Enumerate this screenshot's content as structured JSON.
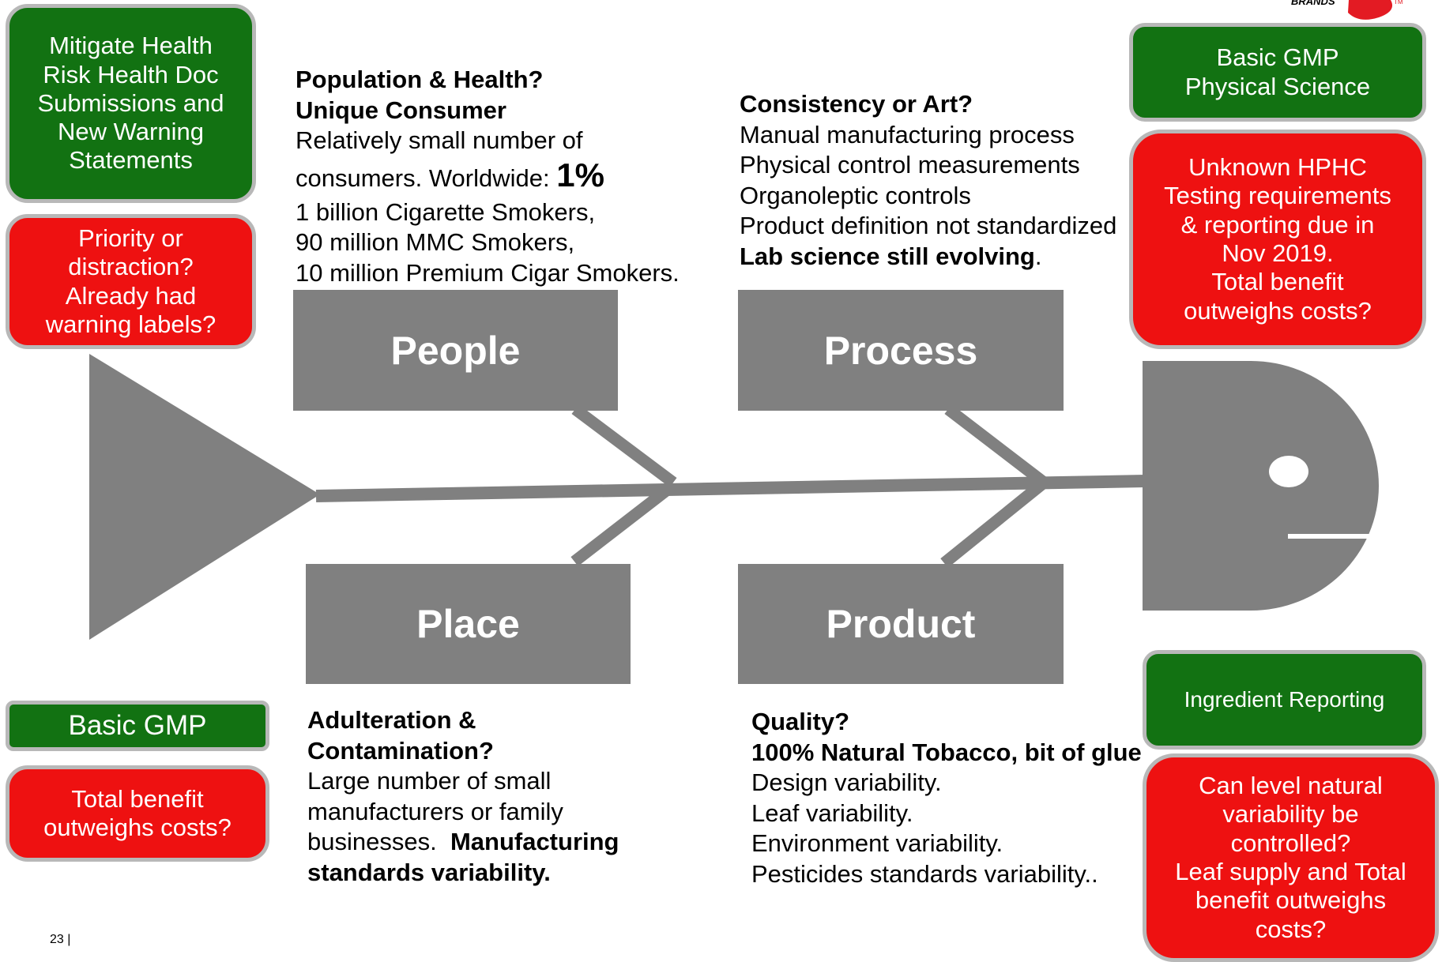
{
  "categories": {
    "people": "People",
    "process": "Process",
    "place": "Place",
    "product": "Product"
  },
  "callouts": {
    "mitigate_health": "Mitigate Health\nRisk Health Doc\nSubmissions and\nNew Warning\nStatements",
    "priority_distraction": "Priority or\ndistraction?\nAlready had\nwarning labels?",
    "basic_gmp": "Basic GMP",
    "total_benefit_left": "Total benefit\noutweighs costs?",
    "basic_gmp_physical": "Basic GMP\nPhysical Science",
    "unknown_hphc": "Unknown HPHC\nTesting requirements\n& reporting due in\nNov 2019.\nTotal benefit\noutweighs costs?",
    "ingredient_reporting": "Ingredient Reporting",
    "natural_variability": "Can level natural\nvariability be\ncontrolled?\nLeaf supply and Total\nbenefit outweighs\ncosts?"
  },
  "notes": {
    "people": {
      "heading1": "Population & Health?",
      "heading2": "Unique Consumer",
      "line1": "Relatively small number of",
      "line2_prefix": "consumers. Worldwide: ",
      "line2_value": "1%",
      "line3": "1 billion Cigarette Smokers,",
      "line4": "90 million MMC Smokers,",
      "line5": "10 million Premium Cigar Smokers."
    },
    "process": {
      "heading": "Consistency or Art?",
      "line1": "Manual manufacturing process",
      "line2": "Physical control measurements",
      "line3": "Organoleptic controls",
      "line4": "Product definition not standardized",
      "line5_bold": "Lab science still evolving",
      "line5_tail": "."
    },
    "place": {
      "heading1": "Adulteration &",
      "heading2": "Contamination?",
      "line1": "Large number of small",
      "line2": "manufacturers or family",
      "line3_prefix": "businesses.  ",
      "line3_bold": "Manufacturing",
      "line4_bold": "standards variability."
    },
    "product": {
      "heading1": "Quality?",
      "heading2": "100% Natural Tobacco, bit of glue",
      "line1": "Design variability.",
      "line2": "Leaf variability.",
      "line3": "Environment variability.",
      "line4": "Pesticides standards variability.."
    }
  },
  "colors": {
    "green": "#127212",
    "red": "#ee1111",
    "bone_gray": "#808080",
    "logo_red": "#e31b23"
  },
  "logo": {
    "text": "BRANDS"
  },
  "footer": {
    "page_number": "23 |"
  }
}
